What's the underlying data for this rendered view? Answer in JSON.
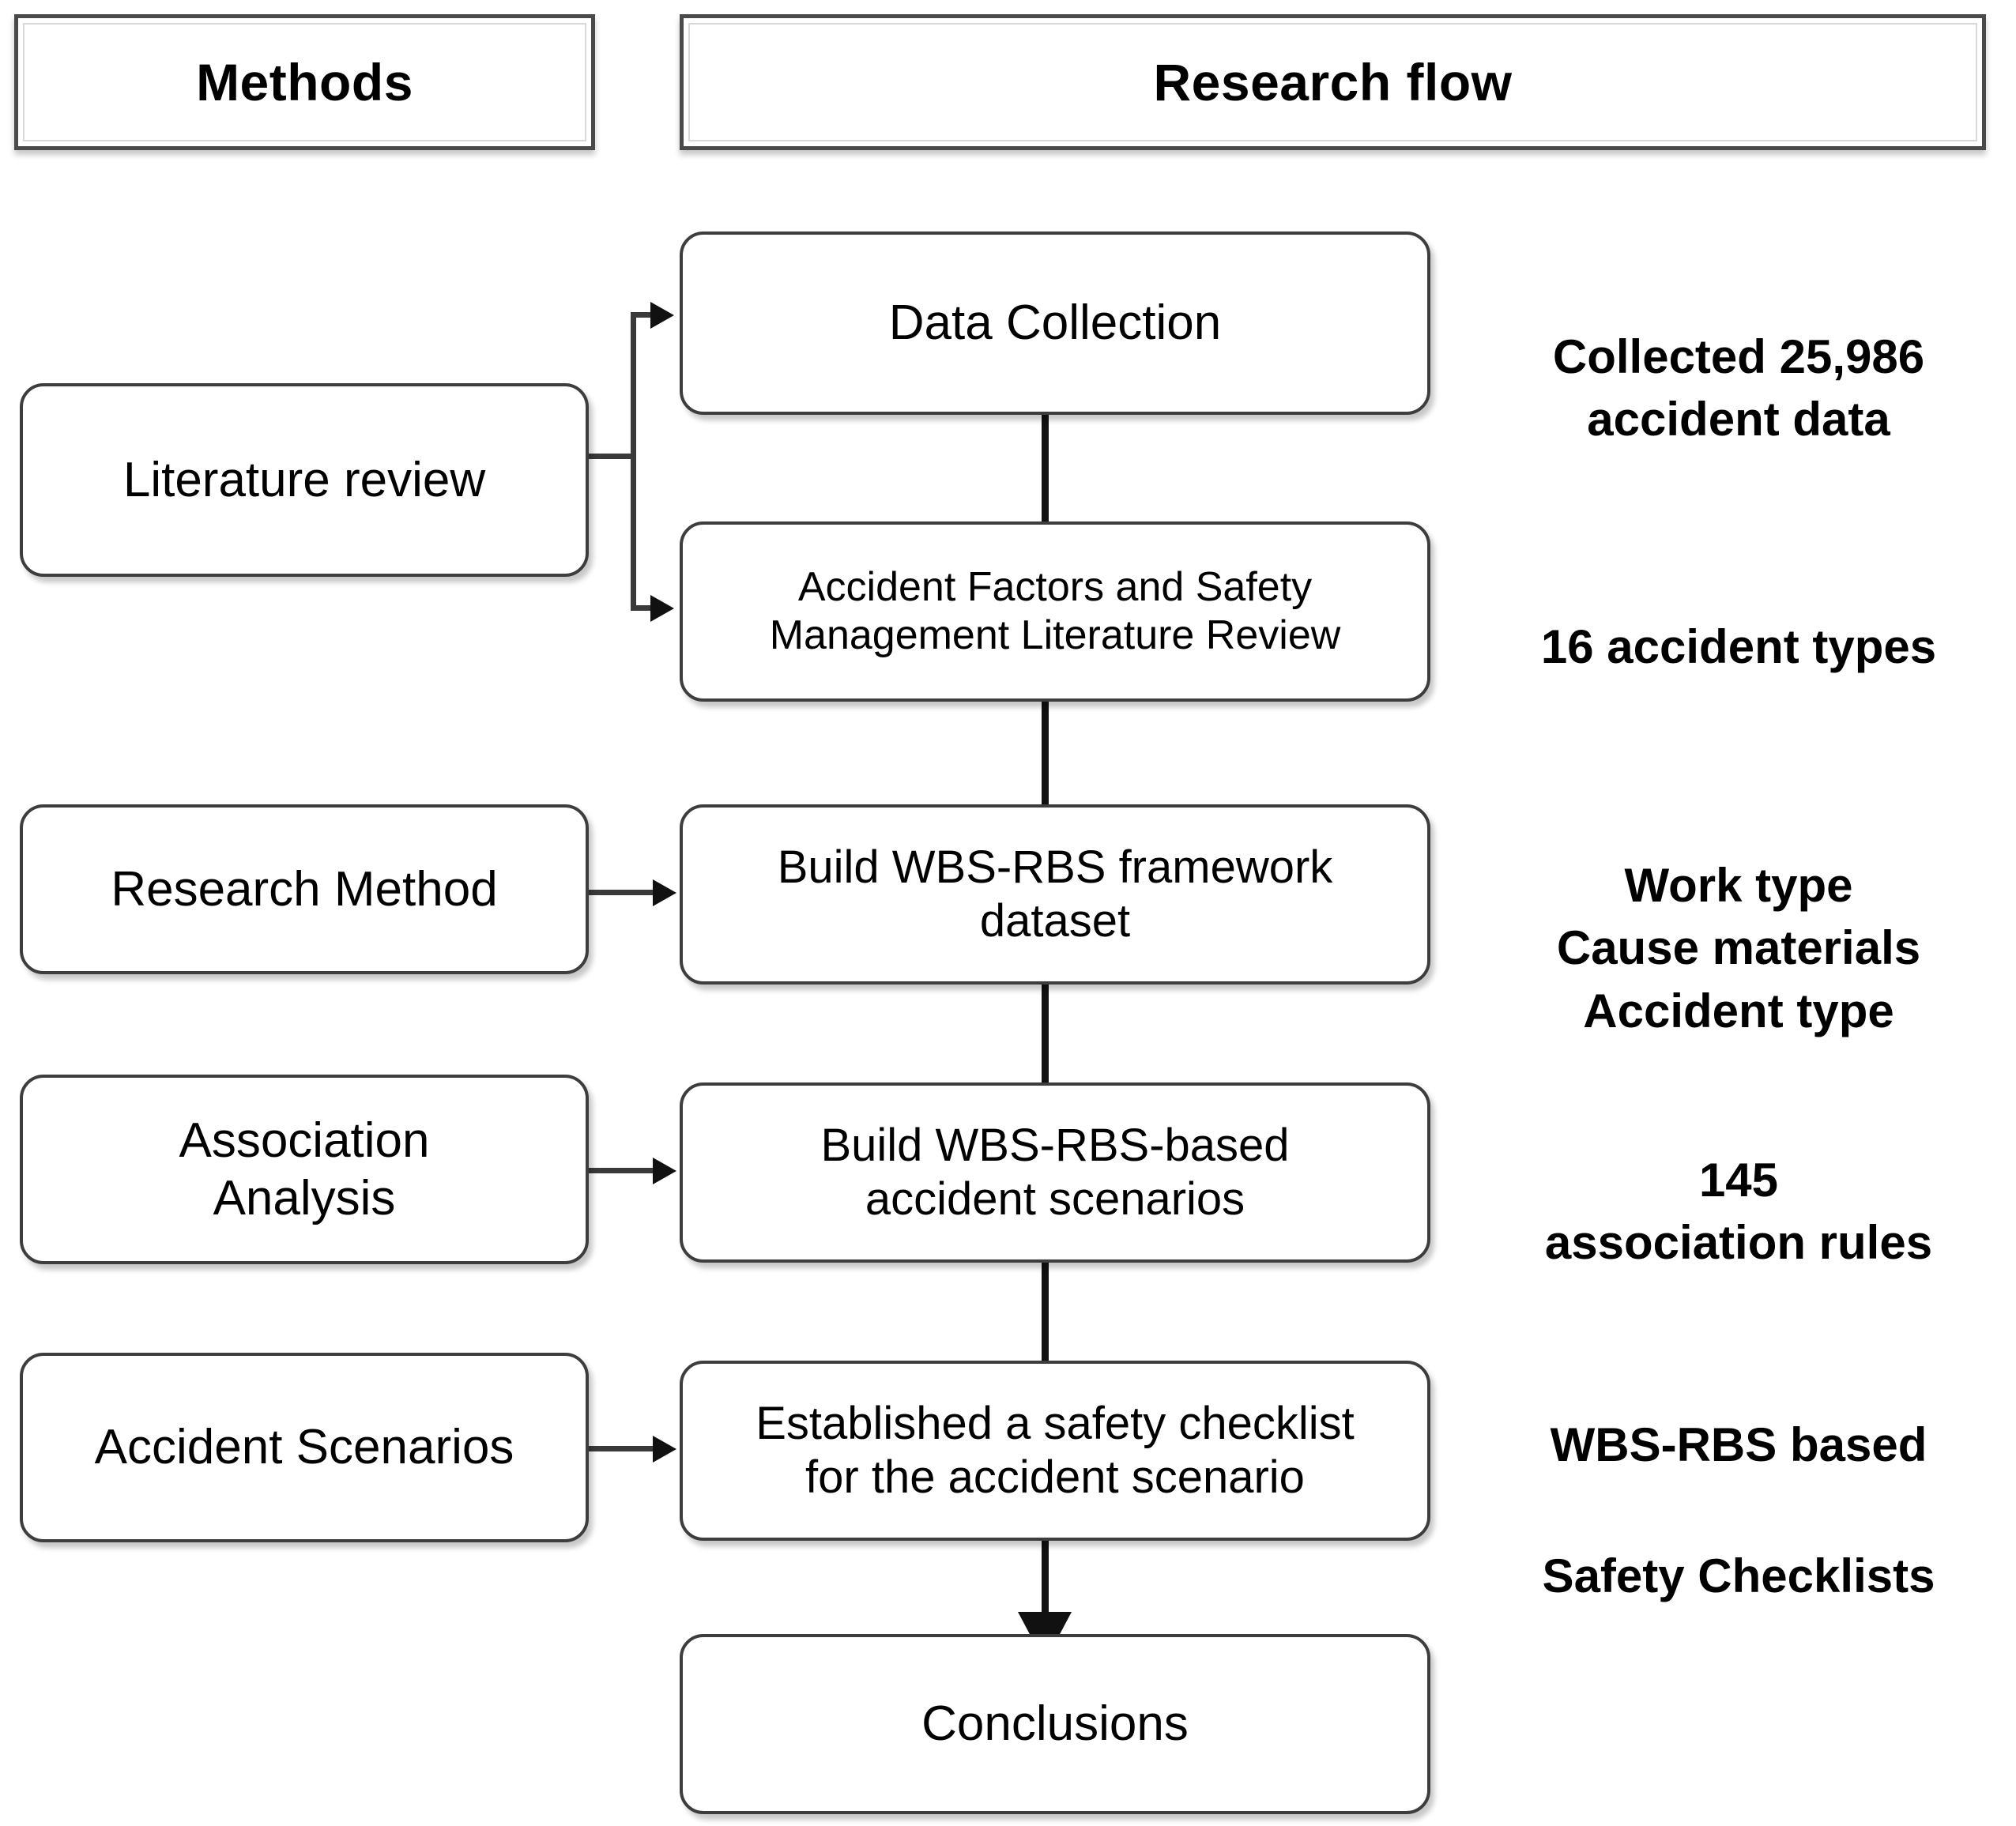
{
  "headers": [
    {
      "label": "Methods"
    },
    {
      "label": "Research flow"
    }
  ],
  "methods": [
    {
      "label": "Literature review"
    },
    {
      "label": "Research Method"
    },
    {
      "label": "Association\nAnalysis"
    },
    {
      "label": "Accident Scenarios"
    }
  ],
  "flow": [
    {
      "label": "Data Collection"
    },
    {
      "label": "Accident Factors and Safety\nManagement Literature Review"
    },
    {
      "label": "Build WBS-RBS framework\ndataset"
    },
    {
      "label": "Build WBS-RBS-based\naccident scenarios"
    },
    {
      "label": "Established a safety checklist\nfor the accident scenario"
    },
    {
      "label": "Conclusions"
    }
  ],
  "notes": [
    {
      "label": "Collected 25,986\naccident data"
    },
    {
      "label": "16 accident types"
    },
    {
      "label": "Work type\nCause materials\nAccident type"
    },
    {
      "label": "145\nassociation rules"
    },
    {
      "label": "WBS-RBS based"
    },
    {
      "label": "Safety Checklists"
    }
  ],
  "colors": {
    "node_border": "#3d3d3d",
    "header_border": "#4a4a4a",
    "connector": "#111111",
    "text": "#000000",
    "background": "#ffffff"
  }
}
